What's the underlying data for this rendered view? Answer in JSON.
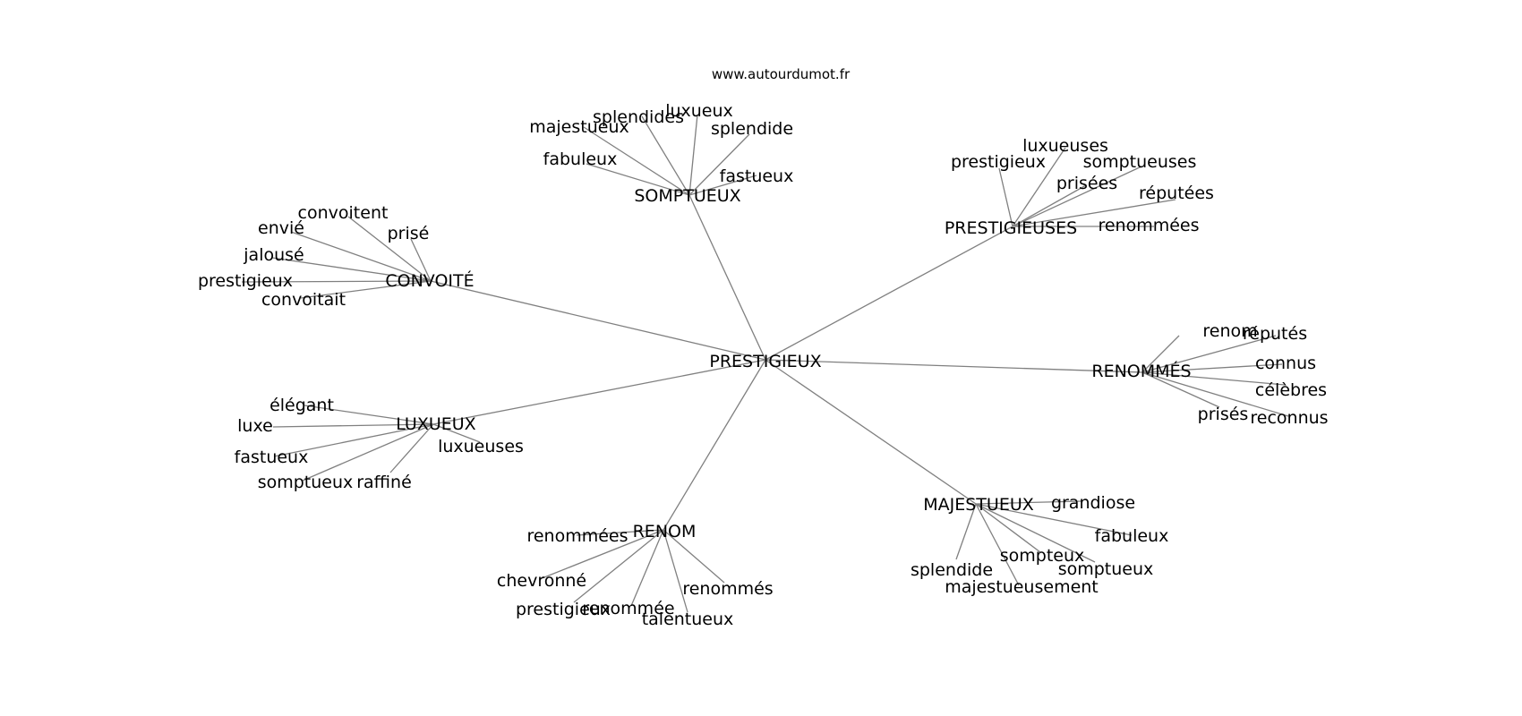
{
  "site": "www.autourdumot.fr",
  "graph": {
    "root": "PRESTIGIEUX",
    "clusters": [
      {
        "label": "SOMPTUEUX",
        "leaves": [
          "majestueux",
          "splendides",
          "luxueux",
          "splendide",
          "fabuleux",
          "fastueux"
        ]
      },
      {
        "label": "PRESTIGIEUSES",
        "leaves": [
          "prestigieux",
          "luxueuses",
          "somptueuses",
          "prisées",
          "réputées",
          "renommées"
        ]
      },
      {
        "label": "CONVOITÉ",
        "leaves": [
          "convoitent",
          "envié",
          "prisé",
          "jalousé",
          "prestigieux",
          "convoitait"
        ]
      },
      {
        "label": "RENOMMÉS",
        "leaves": [
          "renom",
          "réputés",
          "connus",
          "célèbres",
          "prisés",
          "reconnus"
        ]
      },
      {
        "label": "LUXUEUX",
        "leaves": [
          "élégant",
          "luxe",
          "fastueux",
          "somptueux",
          "raffiné",
          "luxueuses"
        ]
      },
      {
        "label": "MAJESTUEUX",
        "leaves": [
          "grandiose",
          "fabuleux",
          "sompteux",
          "somptueux",
          "splendide",
          "majestueusement"
        ]
      },
      {
        "label": "RENOM",
        "leaves": [
          "renommées",
          "chevronné",
          "prestigieux",
          "renommée",
          "talentueux",
          "renommés"
        ]
      }
    ]
  }
}
